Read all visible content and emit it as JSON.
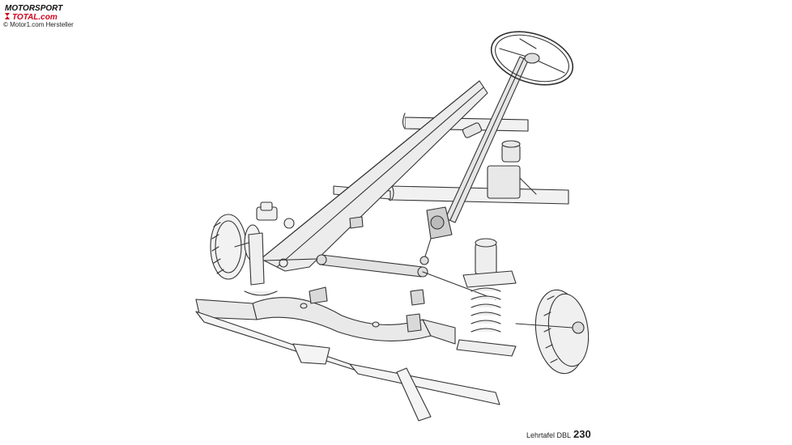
{
  "watermark": {
    "logo_text": "MOTORSPORT TOTAL.com",
    "credit": "© Motor1.com Hersteller",
    "colors": {
      "logo_dark": "#111111",
      "logo_red": "#d0021b"
    }
  },
  "plate": {
    "prefix": "Lehrtafel DBL",
    "number": "230"
  }
}
